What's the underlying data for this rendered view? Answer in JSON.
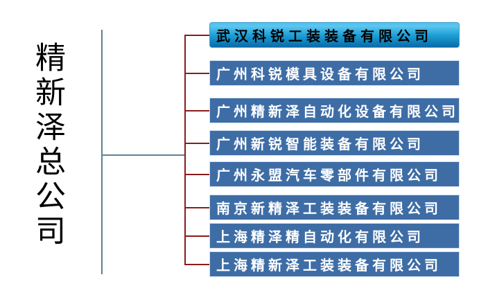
{
  "page": {
    "background": "#ffffff"
  },
  "parent_company": {
    "name": "精新泽总公司"
  },
  "subsidiaries": [
    {
      "label": "武汉科锐工装装备有限公司",
      "highlighted": true
    },
    {
      "label": "广州科锐模具设备有限公司",
      "highlighted": false
    },
    {
      "label": "广州精新泽自动化设备有限公司",
      "highlighted": false
    },
    {
      "label": "广州新锐智能装备有限公司",
      "highlighted": false
    },
    {
      "label": "广州永盟汽车零部件有限公司",
      "highlighted": false
    },
    {
      "label": "南京新精泽工装装备有限公司",
      "highlighted": false
    },
    {
      "label": "上海精泽精自动化有限公司",
      "highlighted": false
    },
    {
      "label": "上海精新泽工装装备有限公司",
      "highlighted": false
    }
  ],
  "colors": {
    "connector_primary": "#5d8196",
    "connector_branch": "#8b1b1b",
    "node_fill": "#3e6da6",
    "node_border": "#cfe0f0",
    "node_text": "#ffffff",
    "highlight_text": "#000000",
    "highlight_gradient_top": "#51c0ec",
    "highlight_gradient_mid": "#1ea0d6",
    "highlight_gradient_bottom": "#0b6aa8",
    "highlight_border": "#3e9ecb"
  }
}
